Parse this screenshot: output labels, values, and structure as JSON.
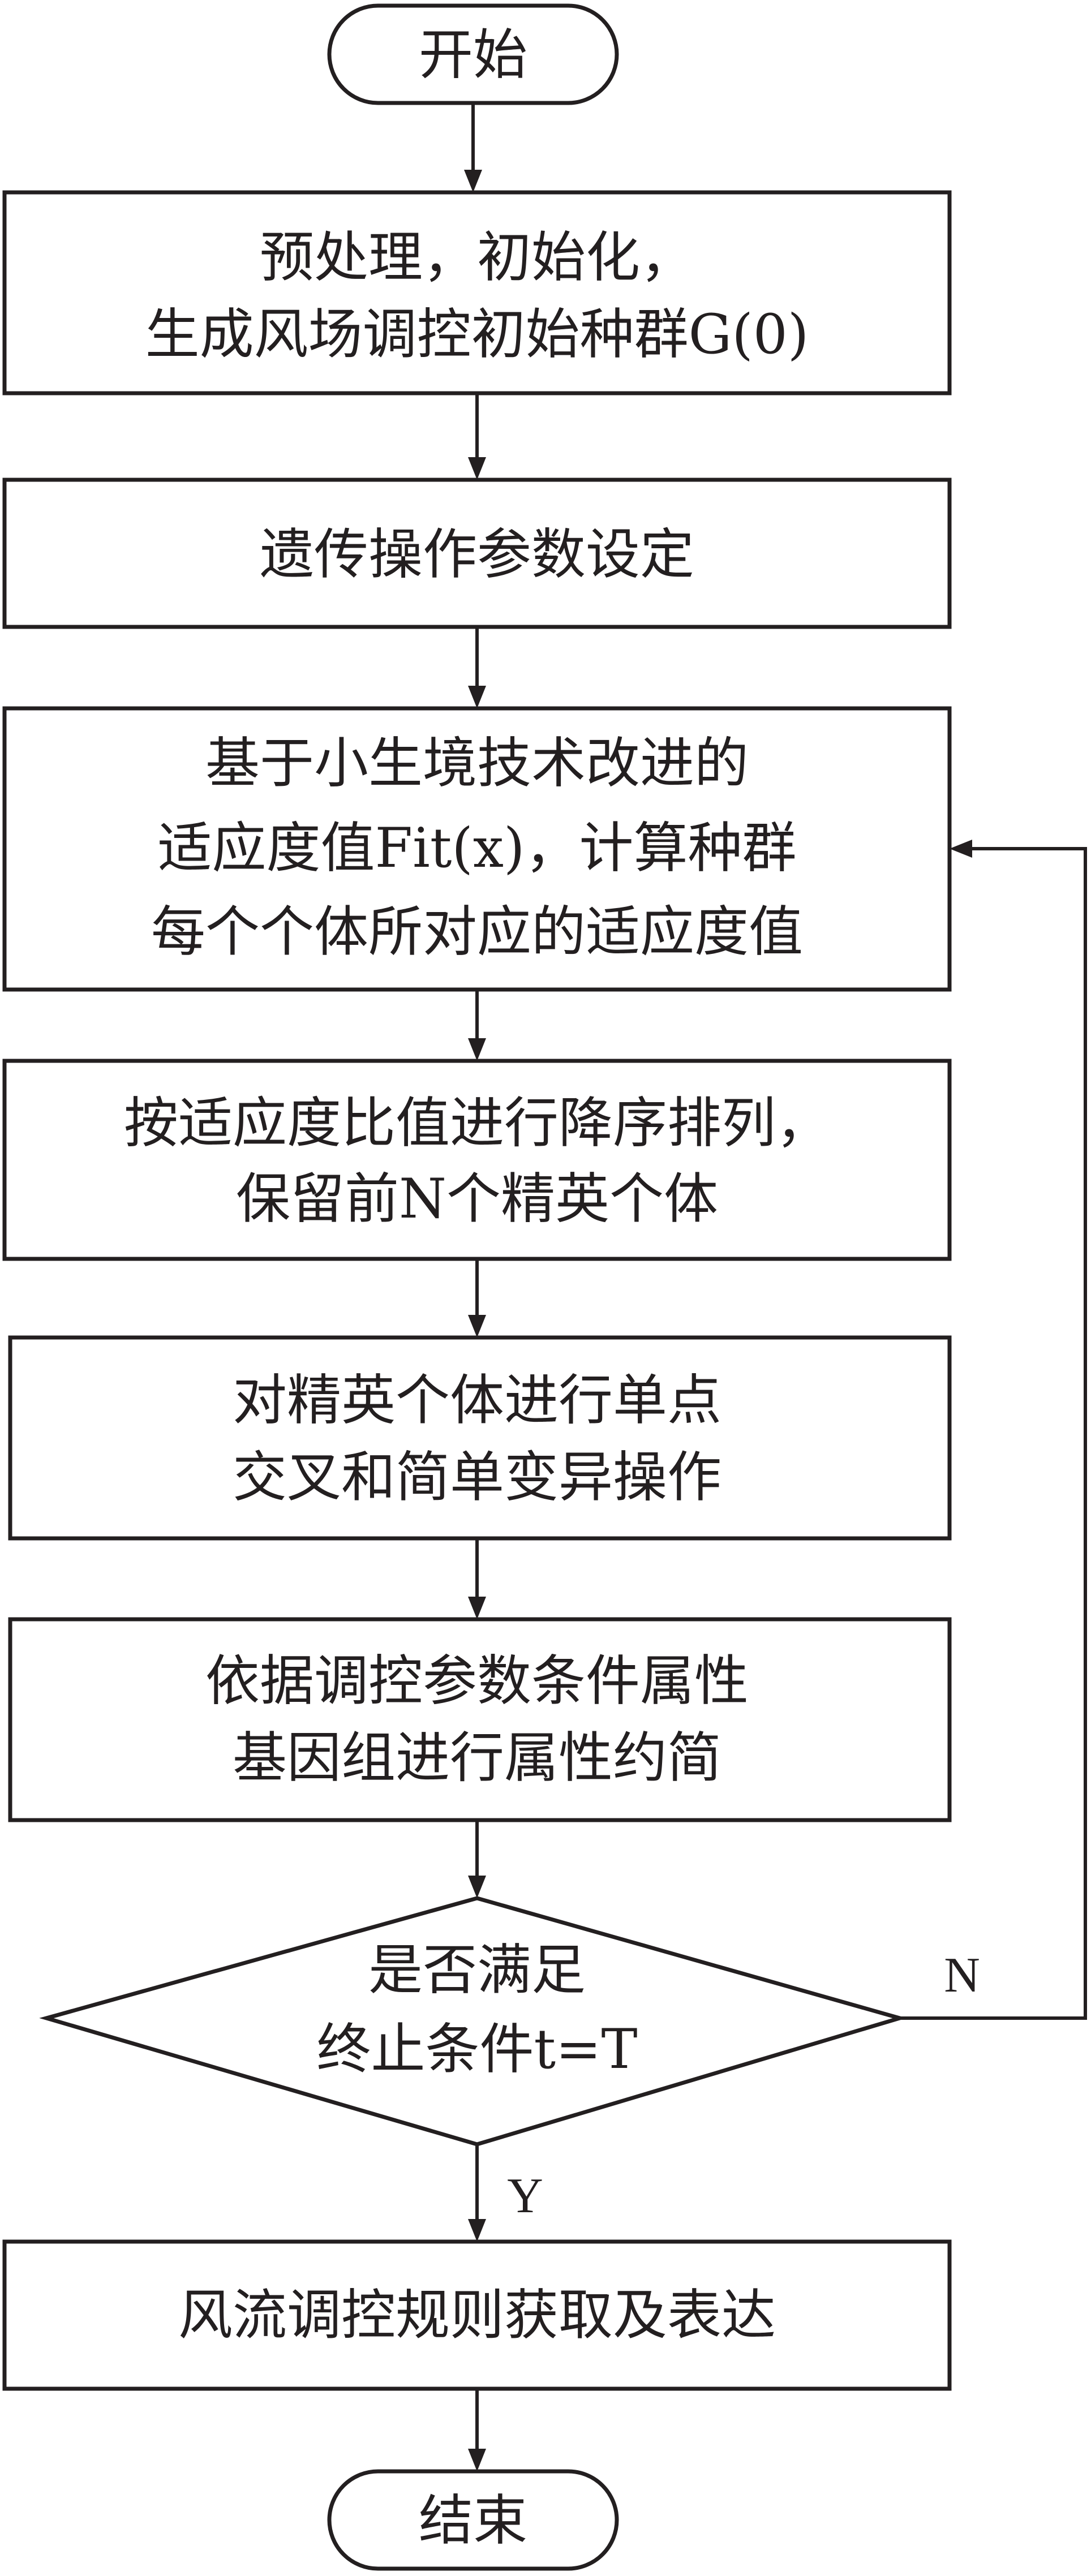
{
  "nodes": {
    "start": {
      "text": "开始"
    },
    "init": {
      "lines": [
        "预处理，初始化，",
        "生成风场调控初始种群G(0)"
      ]
    },
    "params": {
      "lines": [
        "遗传操作参数设定"
      ]
    },
    "fitness": {
      "lines": [
        "基于小生境技术改进的",
        "适应度值Fit(x)，计算种群",
        "每个个体所对应的适应度值"
      ]
    },
    "sort": {
      "lines": [
        "按适应度比值进行降序排列，",
        "保留前N个精英个体"
      ]
    },
    "crossover": {
      "lines": [
        "对精英个体进行单点",
        "交叉和简单变异操作"
      ]
    },
    "reduce": {
      "lines": [
        "依据调控参数条件属性",
        "基因组进行属性约简"
      ]
    },
    "decision": {
      "lines": [
        "是否满足",
        "终止条件t=T"
      ]
    },
    "output": {
      "lines": [
        "风流调控规则获取及表达"
      ]
    },
    "end": {
      "text": "结束"
    }
  },
  "branches": {
    "no_label": "N",
    "yes_label": "Y"
  }
}
